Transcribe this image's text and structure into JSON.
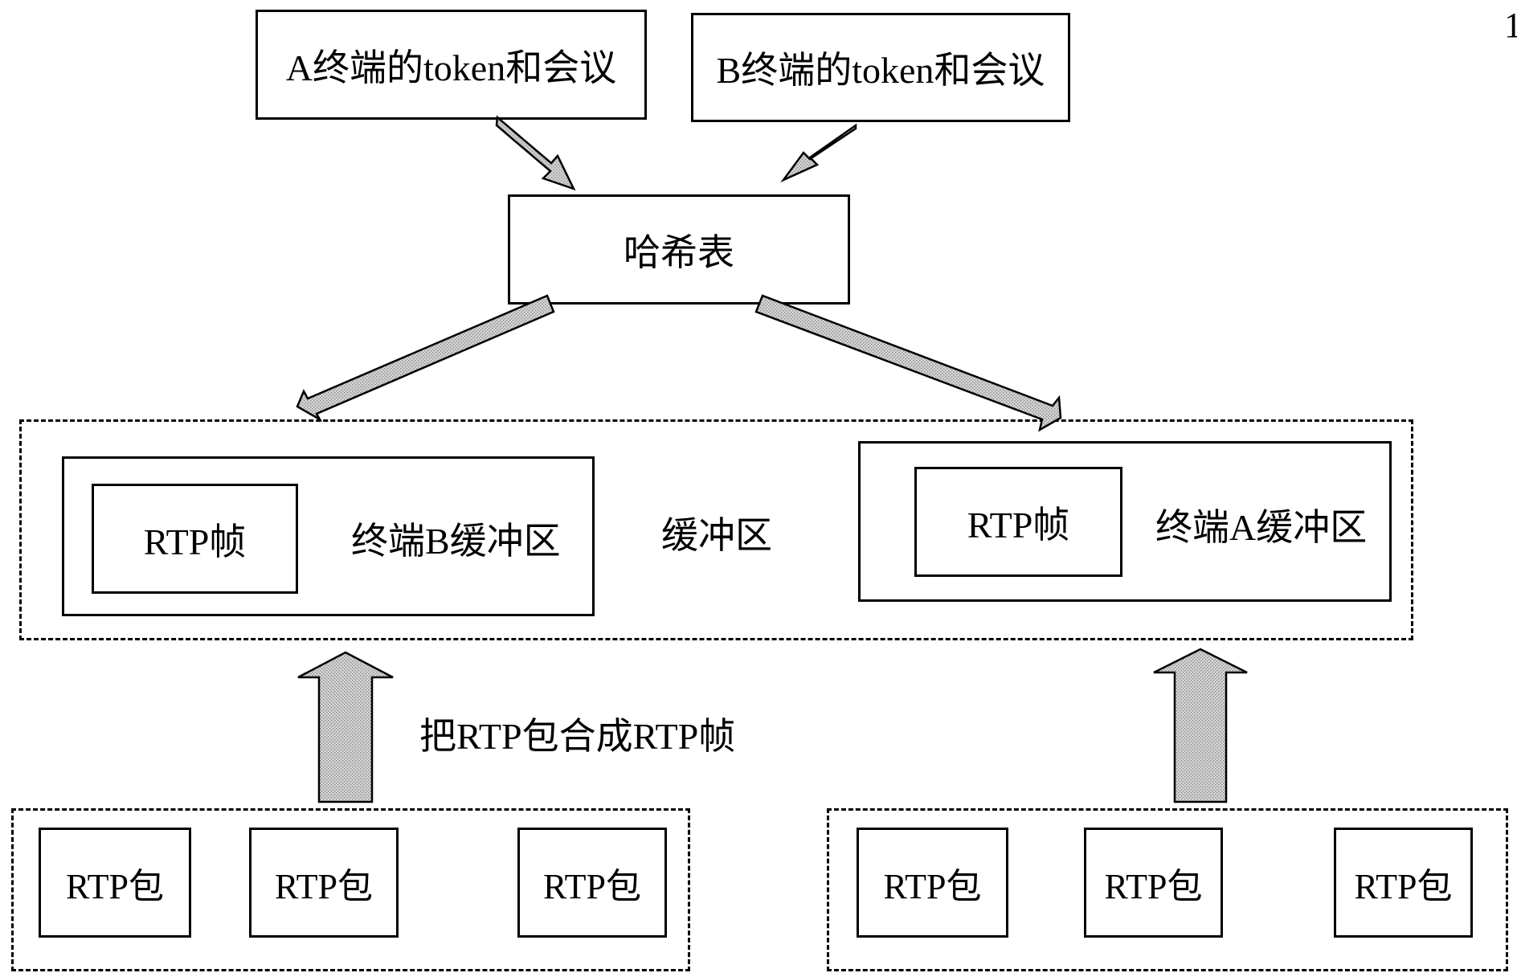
{
  "top": {
    "a_token_meeting": "A终端的token和会议",
    "b_token_meeting": "B终端的token和会议"
  },
  "hash_table": "哈希表",
  "buffer": {
    "region_label": "缓冲区",
    "b_buffer_label": "终端B缓冲区",
    "a_buffer_label": "终端A缓冲区",
    "rtp_frame_b": "RTP帧",
    "rtp_frame_a": "RTP帧"
  },
  "compose_label": "把RTP包合成RTP帧",
  "packets_left": [
    "RTP包",
    "RTP包",
    "RTP包"
  ],
  "packets_right": [
    "RTP包",
    "RTP包",
    "RTP包"
  ],
  "page_mark": "1",
  "colors": {
    "arrow_fill": "#c8c8c8",
    "stroke": "#000000"
  }
}
